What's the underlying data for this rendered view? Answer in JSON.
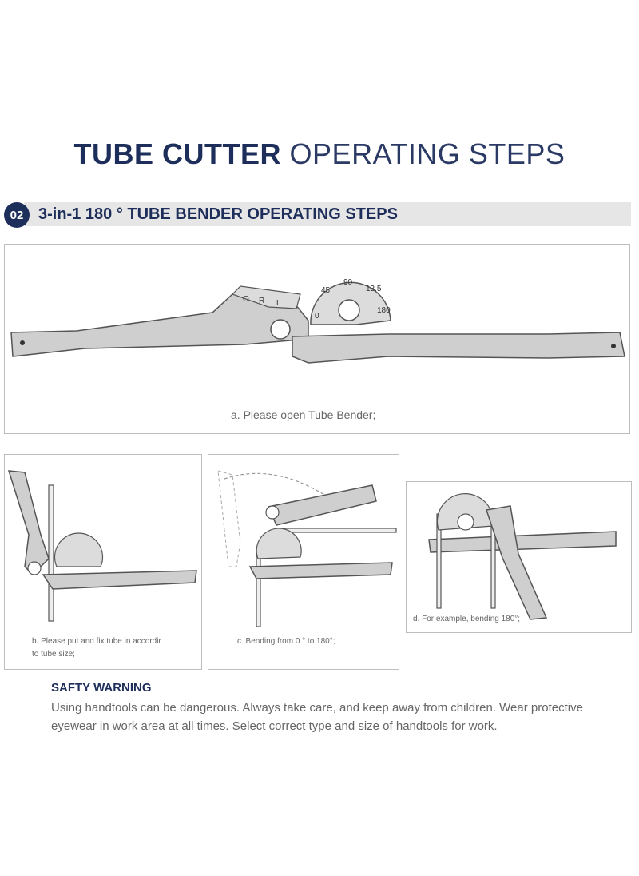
{
  "header": {
    "title_bold": "TUBE CUTTER",
    "title_light": "OPERATING STEPS"
  },
  "section": {
    "number": "02",
    "title": "3-in-1 180 ° TUBE BENDER OPERATING STEPS"
  },
  "dial_labels": [
    "0",
    "45",
    "90",
    "13.5",
    "180"
  ],
  "handle_markings": [
    "O",
    "R",
    "L"
  ],
  "steps": {
    "a": "a. Please open Tube Bender;",
    "b_line1": "b. Please put and fix tube in accordir",
    "b_line2": "to tube size;",
    "c": "c. Bending from 0 ° to 180°;",
    "d": "d. For example, bending 180°;"
  },
  "warning": {
    "title": "SAFTY WARNING",
    "body": "Using handtools can be dangerous. Always take care, and keep away from children. Wear protective eyewear in work area at all times. Select correct type and size of handtools for work."
  }
}
